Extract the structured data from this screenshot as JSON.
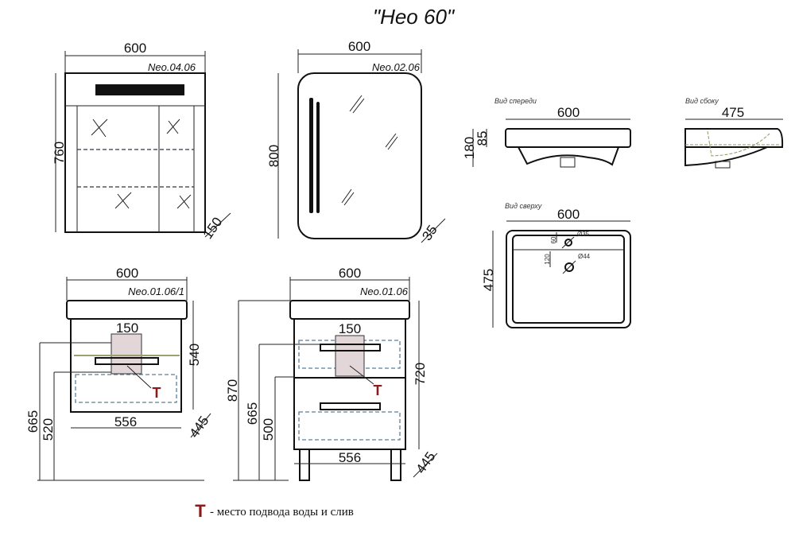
{
  "title": "\"Нео 60\"",
  "wall_cabinet": {
    "model": "Neo.04.06",
    "width": "600",
    "height": "760",
    "depth": "150"
  },
  "mirror": {
    "model": "Neo.02.06",
    "width": "600",
    "height": "800",
    "depth": "35"
  },
  "basin": {
    "front_label": "Вид спереди",
    "front_width": "600",
    "front_height": "180",
    "front_rim": "85",
    "side_label": "Вид сбоку",
    "side_depth": "475",
    "top_label": "Вид сверху",
    "top_width": "600",
    "top_depth": "475",
    "tap_offset": "60",
    "tap_hole": "Ø35",
    "drain_offset": "120",
    "drain_hole": "Ø44"
  },
  "hanging_vanity": {
    "model": "Neo.01.06/1",
    "width": "600",
    "service_width": "150",
    "body_width": "556",
    "height": "540",
    "depth": "445",
    "top_height": "665",
    "service_height": "520",
    "mark": "T"
  },
  "floor_vanity": {
    "model": "Neo.01.06",
    "width": "600",
    "service_width": "150",
    "body_width": "556",
    "height": "720",
    "depth": "445",
    "total_height": "870",
    "top_height": "665",
    "service_height": "500",
    "mark": "T"
  },
  "legend": {
    "mark": "T",
    "text": "- место подвода воды и слив"
  },
  "colors": {
    "mark": "#8b1a1a",
    "dashed": "#5a7f9a",
    "service_zone": "#e3d6d8"
  }
}
